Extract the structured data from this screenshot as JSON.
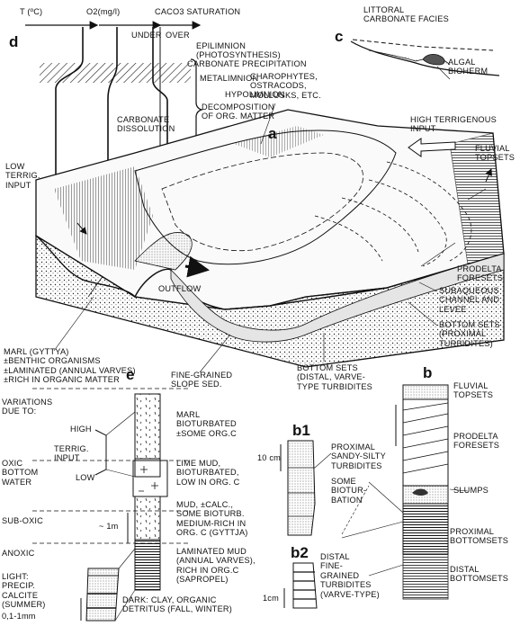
{
  "panels": {
    "a": "a",
    "b": "b",
    "b1": "b1",
    "b2": "b2",
    "c": "c",
    "d": "d",
    "e": "e"
  },
  "panel_d": {
    "temp_label": "T (ºC)",
    "o2_label": "O2(mg/l)",
    "caco3_label": "CaCO3 SATURATION",
    "under": "UNDER",
    "over": "OVER",
    "epilimnion": "EPILIMNION\n(PHOTOSYNTHESIS)",
    "carbonate_precip": "CARBONATE PRECIPITATION",
    "metalimnion": "METALIMNION",
    "hypolimnion": "HYPOLIMNION",
    "decomposition": "DECOMPOSITION\nOF ORG. MATTER",
    "carbonate_dissolution": "CARBONATE\nDISSOLUTION"
  },
  "panel_c": {
    "littoral": "LITTORAL\nCARBONATE FACIES",
    "algal": "ALGAL\nBIOHERM"
  },
  "panel_a": {
    "charophytes": "CHAROPHYTES,\nOSTRACODS,\nMOLLUSKS, ETC.",
    "high_terrig": "HIGH TERRIGENOUS\nINPUT",
    "fluvial_topsets": "FLUVIAL\nTOPSETS",
    "low_terrig": "LOW\nTERRIG.\nINPUT",
    "prodelta": "PRODELTA\nFORESETS",
    "subaqueous": "SUBAQUEOUS\nCHANNEL AND\nLEVEE",
    "bottom_prox": "BOTTOM SETS\n(PROXIMAL\nTURBIDITES)",
    "outflow": "OUTFLOW",
    "marl": "MARL (GYTTYA)\n±BENTHIC ORGANISMS\n±LAMINATED (ANNUAL VARVES)\n±RICH IN ORGANIC MATTER",
    "fine_grained": "FINE-GRAINED\nSLOPE SED.",
    "bottom_distal": "BOTTOM SETS\n(DISTAL, VARVE-\nTYPE TURBIDITES"
  },
  "panel_e": {
    "variations": "VARIATIONS\nDUE TO:",
    "high": "HIGH",
    "terrig": "TERRIG.\nINPUT",
    "low": "LOW",
    "oxic": "OXIC\nBOTTOM\nWATER",
    "suboxic": "SUB-OXIC",
    "anoxic": "ANOXIC",
    "scale": "~ 1m",
    "marl": "MARL\nBIOTURBATED\n±SOME ORG.C",
    "lime": "LIME MUD,\nBIOTURBATED,\nLOW IN ORG. C",
    "mud": "MUD, ±CALC.,\nSOME BIOTURB.\nMEDIUM-RICH IN\nORG. C (GYTTJA)",
    "laminated": "LAMINATED MUD\n(ANNUAL VARVES),\nRICH IN ORG.C\n(SAPROPEL)",
    "light": "LIGHT:\nPRECIP.\nCALCITE\n(SUMMER)",
    "thickness": "0,1-1mm",
    "dark": "DARK: CLAY, ORGANIC\nDETRITUS (FALL, WINTER)"
  },
  "panel_b": {
    "scale_b1": "10 cm",
    "scale_b2": "1cm",
    "proximal_turb": "PROXIMAL\nSANDY-SILTY\nTURBIDITES",
    "bioturb": "SOME\nBIOTUR-\nBATION",
    "distal_turb": "DISTAL\nFINE-\nGRAINED\nTURBIDITES\n(VARVE-TYPE)",
    "fluvial": "FLUVIAL\nTOPSETS",
    "prodelta": "PRODELTA\nFORESETS",
    "slumps": "SLUMPS",
    "prox_bottom": "PROXIMAL\nBOTTOMSETS",
    "distal_bottom": "DISTAL\nBOTTOMSETS"
  }
}
